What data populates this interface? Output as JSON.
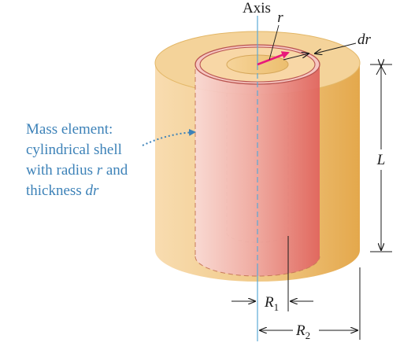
{
  "labels": {
    "axis": "Axis",
    "r": "r",
    "dr": "dr",
    "L": "L",
    "R1": {
      "main": "R",
      "sub": "1"
    },
    "R2": {
      "main": "R",
      "sub": "2"
    }
  },
  "mass_element": {
    "line1": "Mass element:",
    "line2": "cylindrical shell",
    "line3_a": "with radius ",
    "line3_b": "r",
    "line3_c": " and",
    "line4_a": "thickness ",
    "line4_b": "dr"
  },
  "colors": {
    "outer_cylinder": "#ecc581",
    "outer_cylinder_dark": "#e0a648",
    "shell": "#f2b7b3",
    "shell_dark": "#e06a66",
    "arrow_r": "#e8197a",
    "axis_line": "#5aa9d6",
    "callout_text": "#3d82b8"
  }
}
